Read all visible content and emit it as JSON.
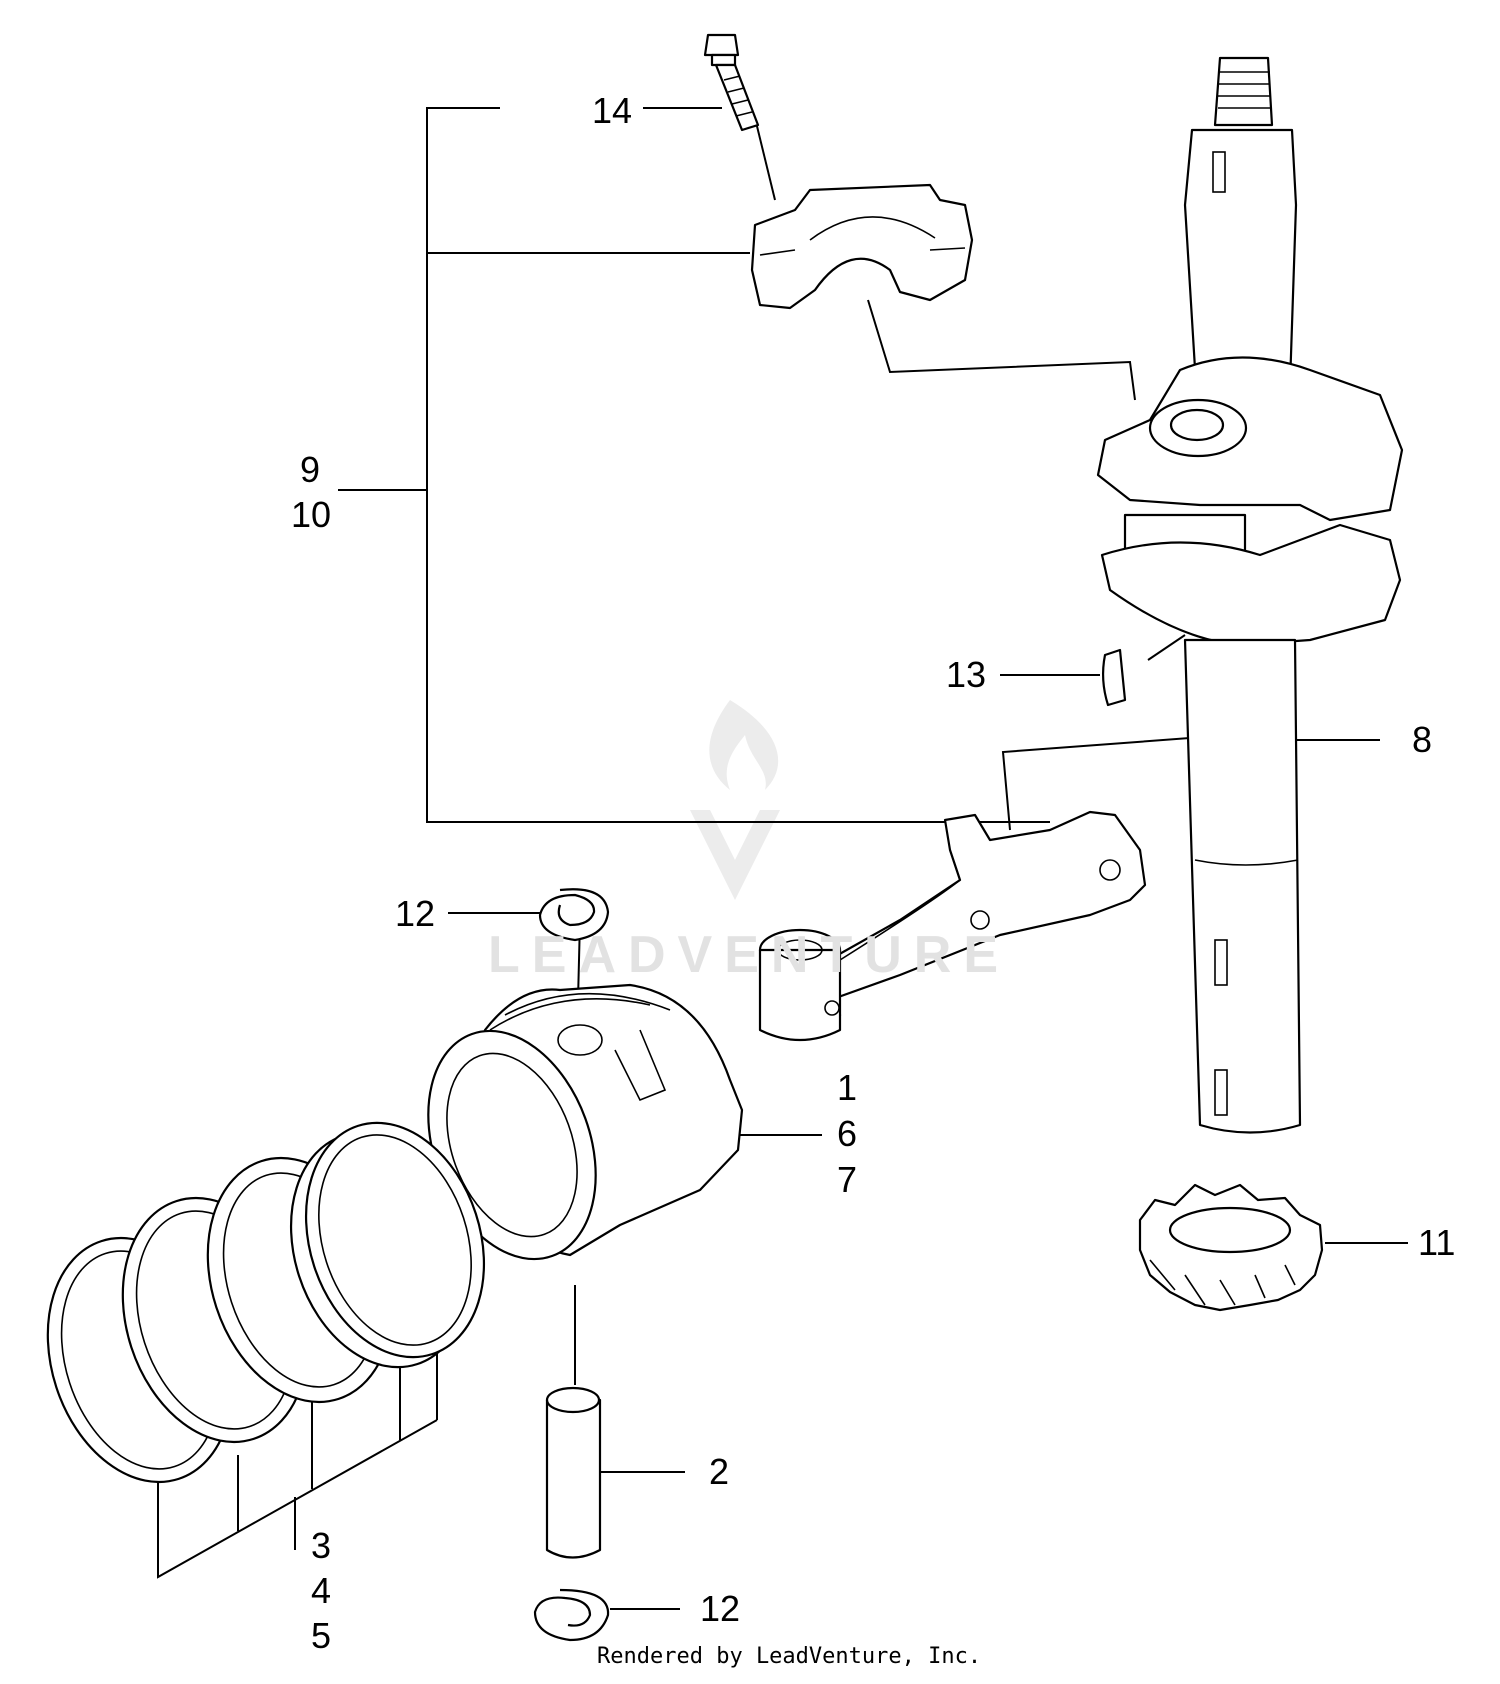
{
  "diagram": {
    "callouts": [
      {
        "id": "c14",
        "text": "14"
      },
      {
        "id": "c9",
        "text": "9"
      },
      {
        "id": "c10",
        "text": "10"
      },
      {
        "id": "c13",
        "text": "13"
      },
      {
        "id": "c8",
        "text": "8"
      },
      {
        "id": "c12a",
        "text": "12"
      },
      {
        "id": "c1",
        "text": "1"
      },
      {
        "id": "c6",
        "text": "6"
      },
      {
        "id": "c7",
        "text": "7"
      },
      {
        "id": "c11",
        "text": "11"
      },
      {
        "id": "c2",
        "text": "2"
      },
      {
        "id": "c3",
        "text": "3"
      },
      {
        "id": "c4",
        "text": "4"
      },
      {
        "id": "c5",
        "text": "5"
      },
      {
        "id": "c12b",
        "text": "12"
      }
    ],
    "watermark": "LEADVENTURE",
    "footer": "Rendered by LeadVenture, Inc."
  }
}
